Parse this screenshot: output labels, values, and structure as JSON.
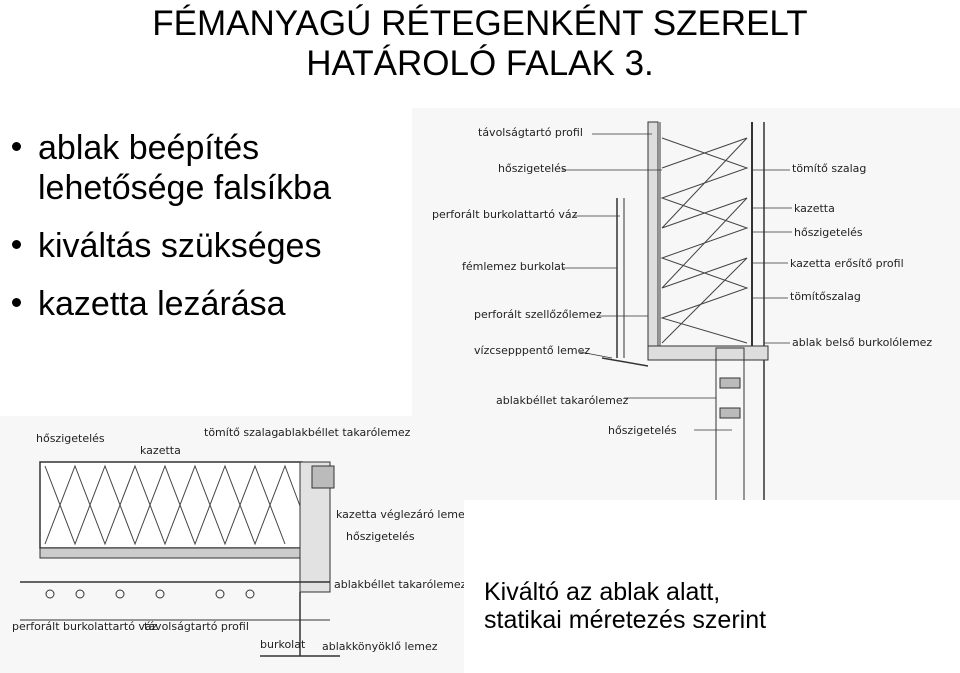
{
  "slide": {
    "title_line1": "FÉMANYAGÚ RÉTEGENKÉNT SZERELT",
    "title_line2": "HATÁROLÓ FALAK 3.",
    "bullets": [
      "ablak beépítés lehetősége falsíkba",
      "kiváltás szükséges",
      "kazetta lezárása"
    ],
    "caption_line1": "Kiváltó az ablak alatt,",
    "caption_line2": "statikai méretezés szerint"
  },
  "right_drawing": {
    "labels": [
      "távolságtartó profil",
      "hőszigetelés",
      "perforált burkolattartó váz",
      "fémlemez burkolat",
      "perforált szellőzőlemez",
      "vízcsepppentő lemez",
      "ablakbéllet takarólemez",
      "hőszigetelés",
      "tömítő szalag",
      "kazetta",
      "hőszigetelés",
      "kazetta erősítő profil",
      "tömítőszalag",
      "ablak belső burkolólemez"
    ]
  },
  "left_drawing": {
    "labels": [
      "hőszigetelés",
      "tömítő szalag",
      "ablakbéllet takarólemez",
      "kazetta",
      "kazetta véglezáró lemez",
      "hőszigetelés",
      "ablakbéllet takarólemez",
      "perforált burkolattartó váz",
      "távolságtartó profil",
      "burkolat",
      "ablakkönyöklő lemez"
    ]
  }
}
